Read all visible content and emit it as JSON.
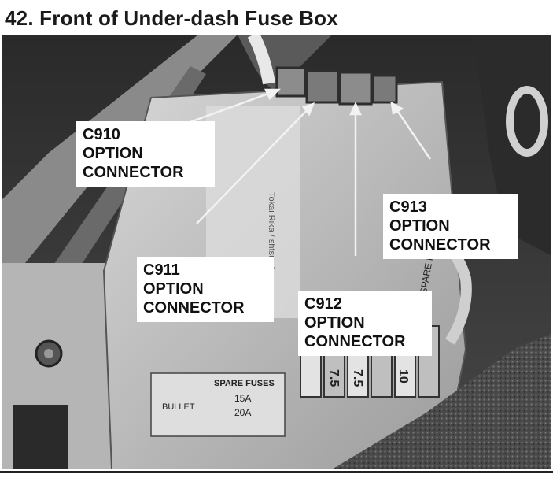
{
  "title": "42. Front of Under-dash Fuse Box",
  "callouts": [
    {
      "id": "C910",
      "line1": "C910",
      "line2": "OPTION",
      "line3": "CONNECTOR"
    },
    {
      "id": "C911",
      "line1": "C911",
      "line2": "OPTION",
      "line3": "CONNECTOR"
    },
    {
      "id": "C912",
      "line1": "C912",
      "line2": "OPTION",
      "line3": "CONNECTOR"
    },
    {
      "id": "C913",
      "line1": "C913",
      "line2": "OPTION",
      "line3": "CONNECTOR"
    }
  ],
  "photo_text": {
    "brand": "Tokai Rika / shtsugikan",
    "spare_fuses_label": "SPARE FUSES",
    "spare_15": "15A",
    "spare_20": "20A",
    "fuse_75a": "7.5",
    "fuse_75b": "7.5",
    "fuse_10": "10",
    "relay_label": "BULLET",
    "side_label": "SPARE FUSES"
  },
  "colors": {
    "photo_background": "#3a3a3a",
    "fuse_box_body": "#c8c8c8",
    "callout_background": "#ffffff",
    "text": "#111111"
  }
}
